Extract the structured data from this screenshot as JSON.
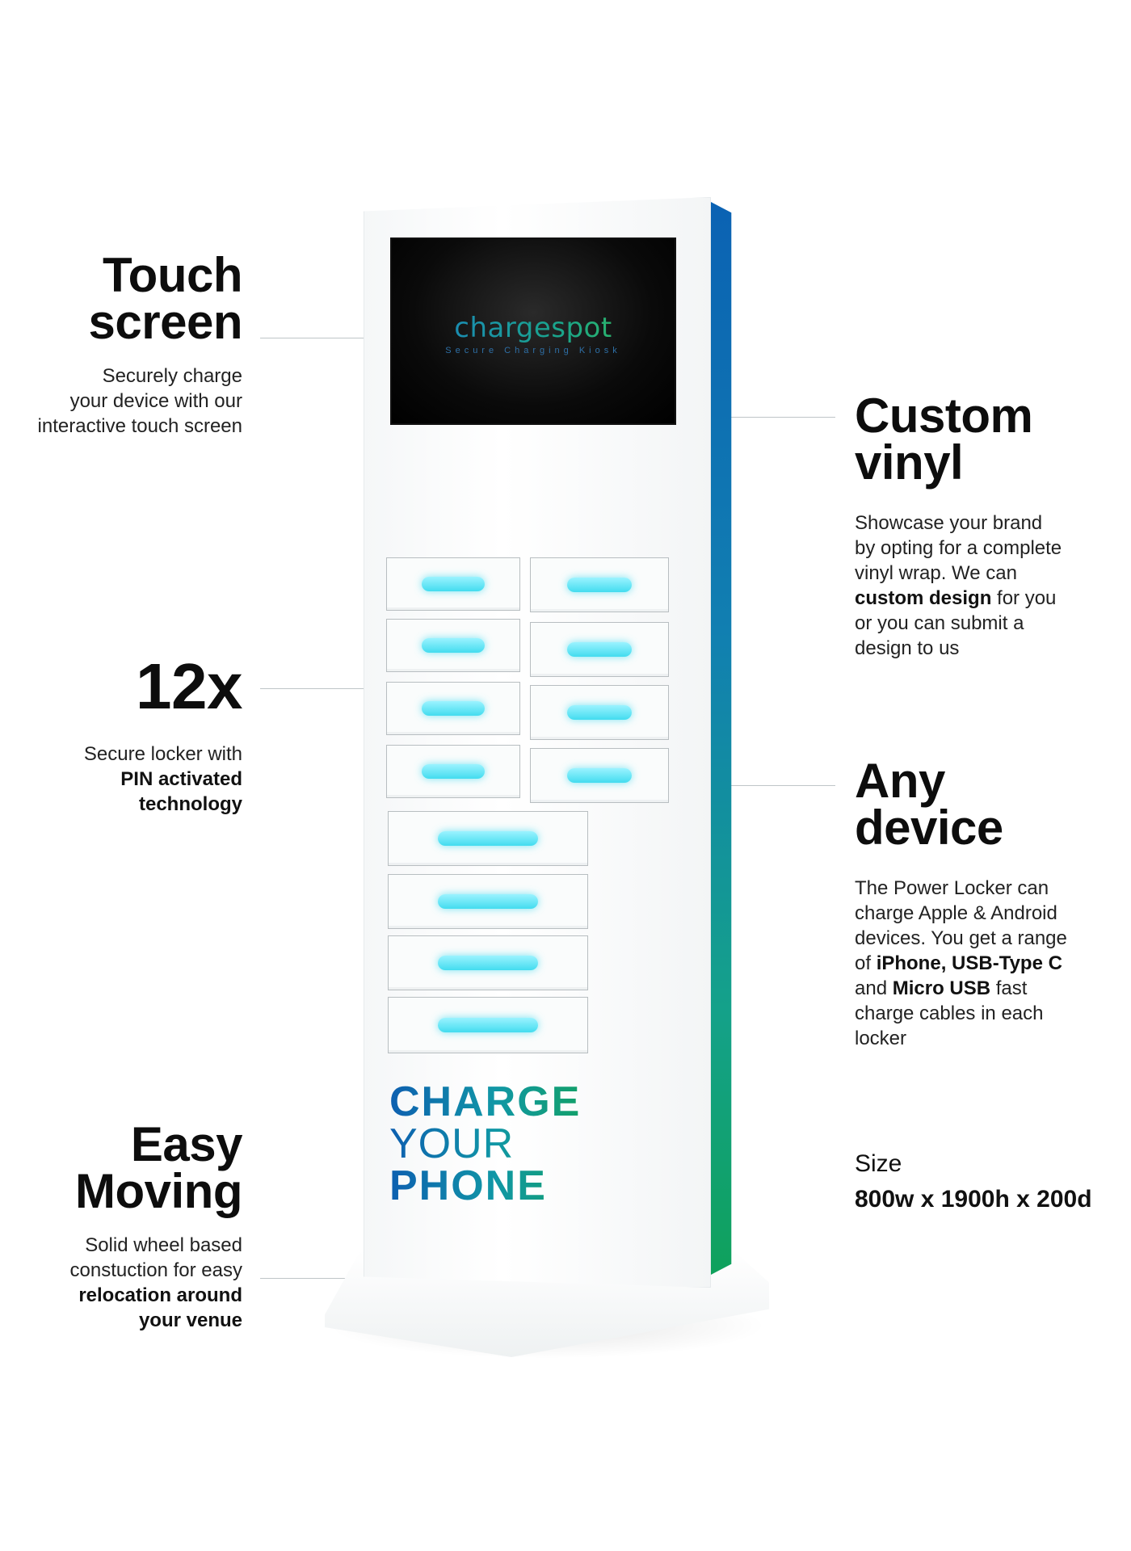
{
  "features": {
    "touch": {
      "title_line1": "Touch",
      "title_line2": "screen",
      "desc_line1": "Securely charge",
      "desc_line2": "your device with our",
      "desc_line3": "interactive touch screen"
    },
    "lockers": {
      "title": "12x",
      "desc_line1": "Secure locker with",
      "desc_line2": "PIN activated",
      "desc_line3": "technology"
    },
    "moving": {
      "title_line1": "Easy",
      "title_line2": "Moving",
      "desc_line1": "Solid wheel based",
      "desc_line2": "constuction for easy",
      "desc_line3": "relocation around",
      "desc_line4": "your venue"
    },
    "vinyl": {
      "title_line1": "Custom",
      "title_line2": "vinyl",
      "desc_line1": "Showcase your brand",
      "desc_line2": "by opting for a complete",
      "desc_line3": "vinyl wrap. We can",
      "desc_line4_bold": "custom design",
      "desc_line4_rest": " for you",
      "desc_line5": "or you can submit a",
      "desc_line6": "design to us"
    },
    "device": {
      "title_line1": "Any",
      "title_line2": "device",
      "desc_line1": "The Power Locker can",
      "desc_line2": "charge Apple & Android",
      "desc_line3": "devices. You get a range",
      "desc_line4_pre": "of ",
      "desc_line4_bold": "iPhone, USB-Type C",
      "desc_line5_pre": "and ",
      "desc_line5_bold": "Micro USB",
      "desc_line5_rest": " fast",
      "desc_line6": "charge cables in each",
      "desc_line7": "locker"
    },
    "size": {
      "label": "Size",
      "value": "800w x 1900h x 200d"
    }
  },
  "kiosk": {
    "screen_logo": "chargespot",
    "screen_tagline": "Secure Charging Kiosk",
    "front_text_line1": "CHARGE",
    "front_text_line2": "YOUR",
    "front_text_line3": "PHONE",
    "locker_count": 12
  },
  "colors": {
    "brand_blue": "#0d5fb0",
    "brand_green": "#12a06a",
    "led_cyan": "#43dcef"
  }
}
